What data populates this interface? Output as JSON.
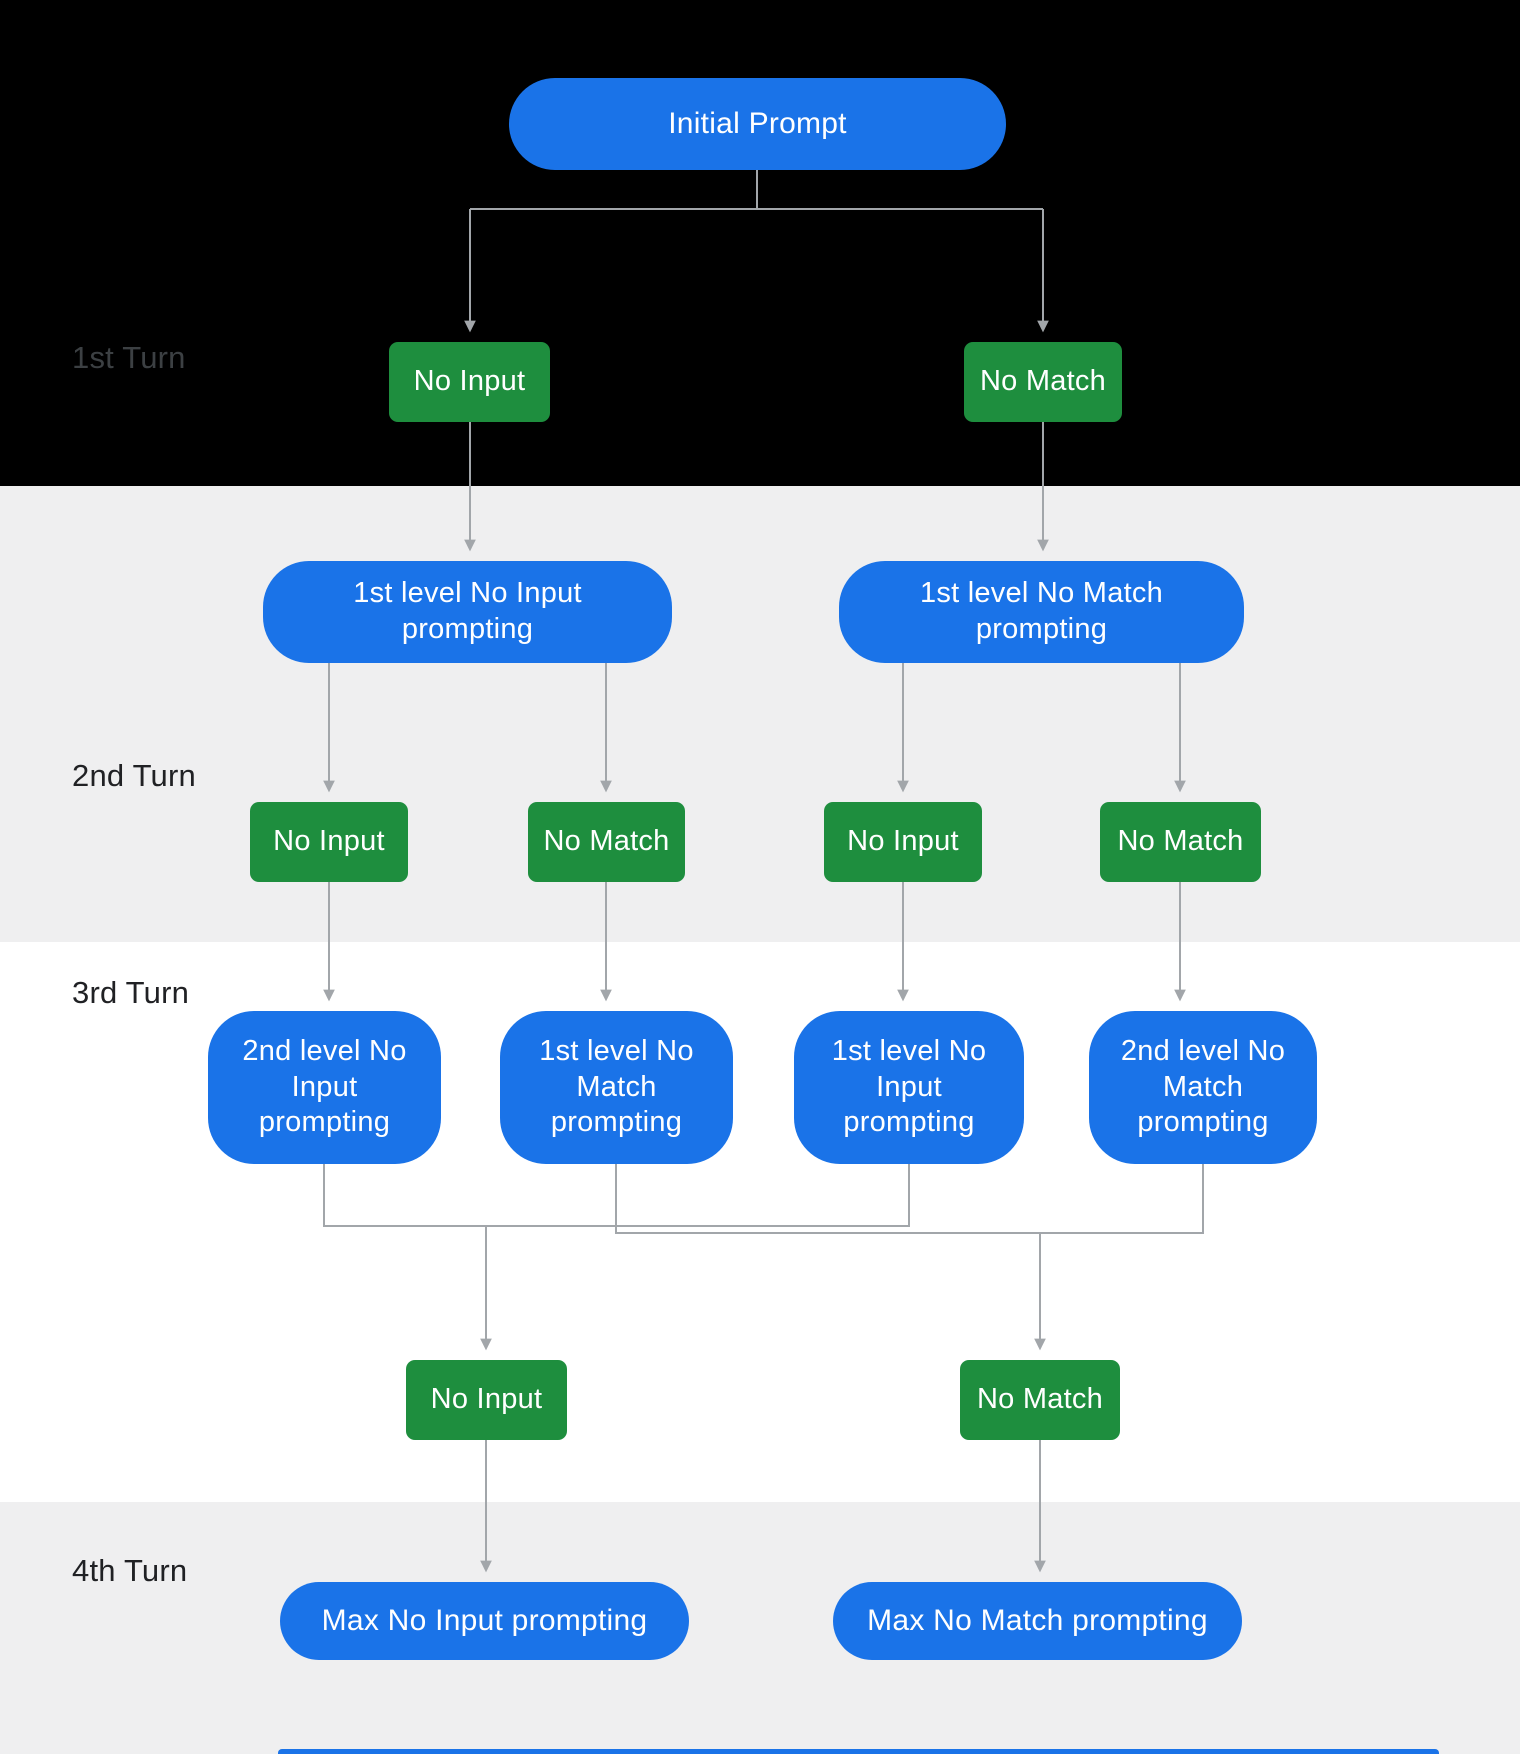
{
  "colors": {
    "blue": "#1a73e8",
    "green": "#1e8e3e",
    "band-dark": "#000000",
    "band-light": "#efeff0",
    "band-white": "#ffffff",
    "line": "#a2a6aa",
    "turn-label": "#202124",
    "turn-label-dark-bg": "#3c4043"
  },
  "turns": {
    "t1": "1st Turn",
    "t2": "2nd Turn",
    "t3": "3rd Turn",
    "t4": "4th Turn"
  },
  "nodes": {
    "initial_prompt": "Initial Prompt",
    "turn1_no_input": "No Input",
    "turn1_no_match": "No Match",
    "turn2_left_prompt": "1st level No Input prompting",
    "turn2_right_prompt": "1st level No Match prompting",
    "turn2_branches": [
      "No Input",
      "No Match",
      "No Input",
      "No Match"
    ],
    "turn3_prompts": [
      "2nd level No Input prompting",
      "1st level No Match prompting",
      "1st level No Input prompting",
      "2nd level No Match prompting"
    ],
    "turn3_no_input": "No Input",
    "turn3_no_match": "No Match",
    "turn4_max_no_input": "Max No Input prompting",
    "turn4_max_no_match": "Max No Match prompting"
  }
}
